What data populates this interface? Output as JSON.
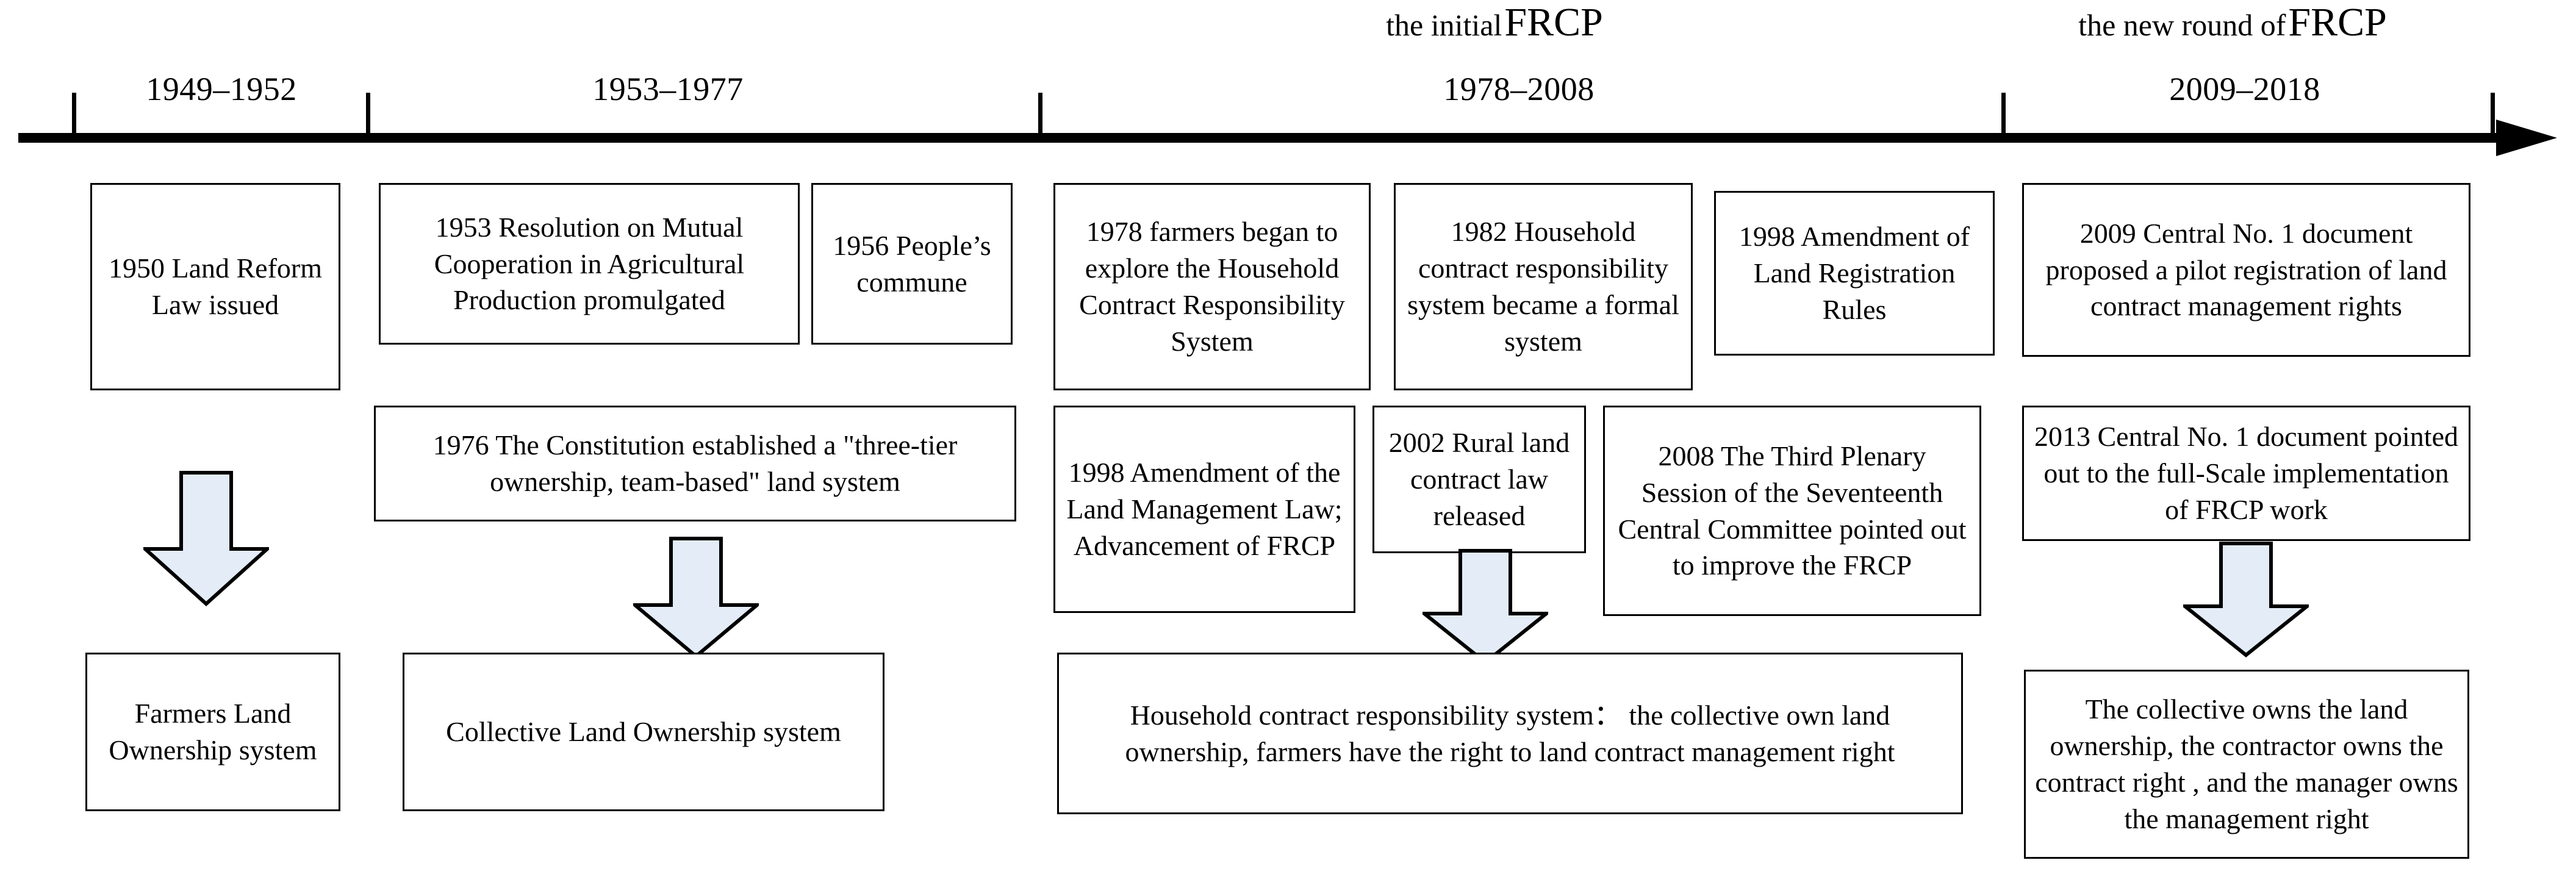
{
  "diagram": {
    "title": "Evolution of China's Farmland Rights Confirmation and Registration (FRCP) Policy Timeline",
    "axis": {
      "arrow_direction": "right",
      "tick_count": 5
    },
    "colors": {
      "line": "#000000",
      "box_border": "#000000",
      "box_fill": "#ffffff",
      "arrow_fill": "#e3ecf7",
      "arrow_stroke": "#000000",
      "text": "#000000"
    },
    "eras": [
      {
        "small": "the initial",
        "big": "FRCP"
      },
      {
        "small": "the new round of",
        "big": "FRCP"
      }
    ],
    "periods": [
      {
        "label": "1949–1952"
      },
      {
        "label": "1953–1977"
      },
      {
        "label": "1978–2008"
      },
      {
        "label": "2009–2018"
      }
    ],
    "row1": [
      {
        "text": "1950 Land Reform Law issued"
      },
      {
        "text": "1953 Resolution on Mutual Cooperation in Agricultural Production promulgated"
      },
      {
        "text": "1956 People’s commune"
      },
      {
        "text": "1978 farmers began to explore the Household Contract Responsibility System"
      },
      {
        "text": "1982 Household contract responsibility system became a formal system"
      },
      {
        "text": "1998 Amendment of Land Registration Rules"
      },
      {
        "text": "2009 Central No. 1 document proposed a pilot registration of land contract management rights"
      }
    ],
    "row2": [
      {
        "text": "1976 The Constitution established a \"three-tier ownership, team-based\" land system"
      },
      {
        "text": "1998 Amendment of the Land Management Law; Advancement of FRCP"
      },
      {
        "text": "2002 Rural land contract law released"
      },
      {
        "text": "2008 The Third Plenary Session of the Seventeenth Central Committee pointed out to improve the FRCP"
      },
      {
        "text": "2013 Central No. 1 document pointed out to the full-Scale implementation of FRCP work"
      }
    ],
    "row3": [
      {
        "text": "Farmers Land Ownership system"
      },
      {
        "text": "Collective Land Ownership system"
      },
      {
        "text": "Household contract responsibility system： the collective own land ownership, farmers have the right to land contract  management right"
      },
      {
        "text": "The collective owns the land ownership, the contractor owns the contract right , and the manager owns the management right"
      }
    ]
  }
}
